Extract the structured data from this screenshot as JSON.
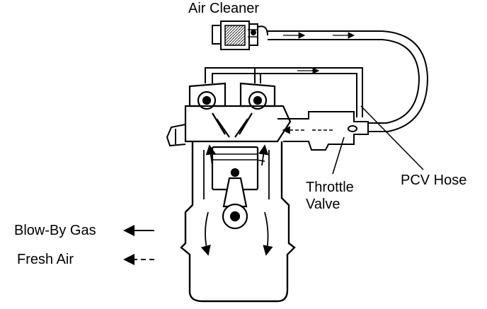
{
  "labels": {
    "air_cleaner": "Air Cleaner",
    "pcv_hose": "PCV Hose",
    "throttle_valve_line1": "Throttle",
    "throttle_valve_line2": "Valve"
  },
  "legend": {
    "blow_by_gas": "Blow-By Gas",
    "fresh_air": "Fresh Air"
  },
  "colors": {
    "ink": "#000000",
    "background": "#ffffff"
  }
}
